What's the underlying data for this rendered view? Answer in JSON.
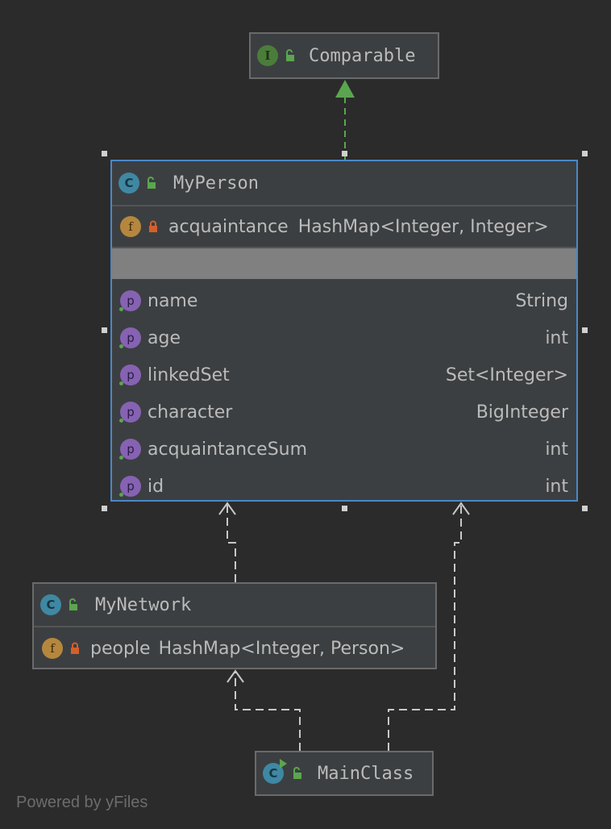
{
  "colors": {
    "background": "#2b2b2b",
    "node_fill": "#3c3f41",
    "node_border": "#6a6a6a",
    "selected_border": "#4a88c7",
    "realization_arrow": "#5aa64e",
    "dependency_arrow": "#c8c8c8",
    "interface_badge": "#4b7d3a",
    "class_badge": "#3f88a3",
    "field_badge": "#b5873e",
    "property_badge": "#8662b3",
    "private_lock": "#d45f2a",
    "public_lock": "#5aa64e"
  },
  "nodes": {
    "comparable": {
      "badge": "I",
      "name": "Comparable",
      "kind": "interface",
      "icon": "unlocked-padlock-icon"
    },
    "myperson": {
      "badge": "C",
      "name": "MyPerson",
      "selected": true,
      "field": {
        "badge": "f",
        "name": "acquaintance",
        "type": "HashMap<Integer, Integer>",
        "icon": "locked-padlock-icon"
      },
      "properties": [
        {
          "badge": "p",
          "name": "name",
          "type": "String"
        },
        {
          "badge": "p",
          "name": "age",
          "type": "int"
        },
        {
          "badge": "p",
          "name": "linkedSet",
          "type": "Set<Integer>"
        },
        {
          "badge": "p",
          "name": "character",
          "type": "BigInteger"
        },
        {
          "badge": "p",
          "name": "acquaintanceSum",
          "type": "int"
        },
        {
          "badge": "p",
          "name": "id",
          "type": "int"
        }
      ]
    },
    "mynetwork": {
      "badge": "C",
      "name": "MyNetwork",
      "field": {
        "badge": "f",
        "name": "people",
        "type": "HashMap<Integer, Person>",
        "icon": "locked-padlock-icon"
      }
    },
    "mainclass": {
      "badge": "C",
      "name": "MainClass",
      "icon": "run-class-icon"
    }
  },
  "edges": [
    {
      "from": "MyPerson",
      "to": "Comparable",
      "kind": "realization"
    },
    {
      "from": "MyNetwork",
      "to": "MyPerson",
      "kind": "dependency"
    },
    {
      "from": "MainClass",
      "to": "MyPerson",
      "kind": "dependency"
    },
    {
      "from": "MainClass",
      "to": "MyNetwork",
      "kind": "dependency"
    }
  ],
  "footer": "Powered by yFiles"
}
